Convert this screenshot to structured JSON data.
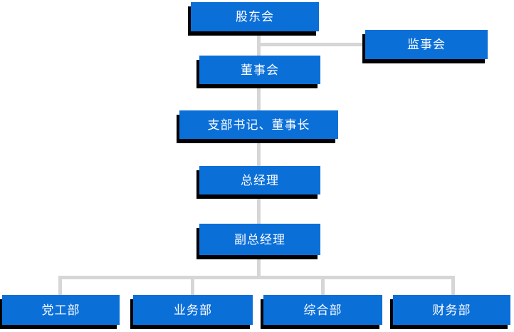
{
  "page": {
    "background_color": "#ffffff"
  },
  "colors": {
    "node_fill": "#0b6fd8",
    "node_text": "#ffffff",
    "node_shadow": "#000000",
    "connector": "#d6d6d6"
  },
  "org_chart": {
    "type": "organization-hierarchy-diagram",
    "nodes": {
      "shareholders": {
        "label": "股东会"
      },
      "supervisory": {
        "label": "监事会"
      },
      "board": {
        "label": "董事会"
      },
      "secretary_chairman": {
        "label": "支部书记、董事长"
      },
      "general_manager": {
        "label": "总经理"
      },
      "deputy_general_manager": {
        "label": "副总经理"
      },
      "party_work": {
        "label": "党工部"
      },
      "business": {
        "label": "业务部"
      },
      "general_affairs": {
        "label": "综合部"
      },
      "finance": {
        "label": "财务部"
      }
    },
    "edges": [
      {
        "from": "shareholders",
        "to": "supervisory",
        "style": "horizontal-branch"
      },
      {
        "from": "shareholders",
        "to": "board",
        "style": "vertical"
      },
      {
        "from": "board",
        "to": "secretary_chairman",
        "style": "vertical"
      },
      {
        "from": "secretary_chairman",
        "to": "general_manager",
        "style": "vertical"
      },
      {
        "from": "general_manager",
        "to": "deputy_general_manager",
        "style": "vertical"
      },
      {
        "from": "deputy_general_manager",
        "to": "party_work",
        "style": "tree-branch"
      },
      {
        "from": "deputy_general_manager",
        "to": "business",
        "style": "tree-branch"
      },
      {
        "from": "deputy_general_manager",
        "to": "general_affairs",
        "style": "tree-branch"
      },
      {
        "from": "deputy_general_manager",
        "to": "finance",
        "style": "tree-branch"
      }
    ]
  }
}
